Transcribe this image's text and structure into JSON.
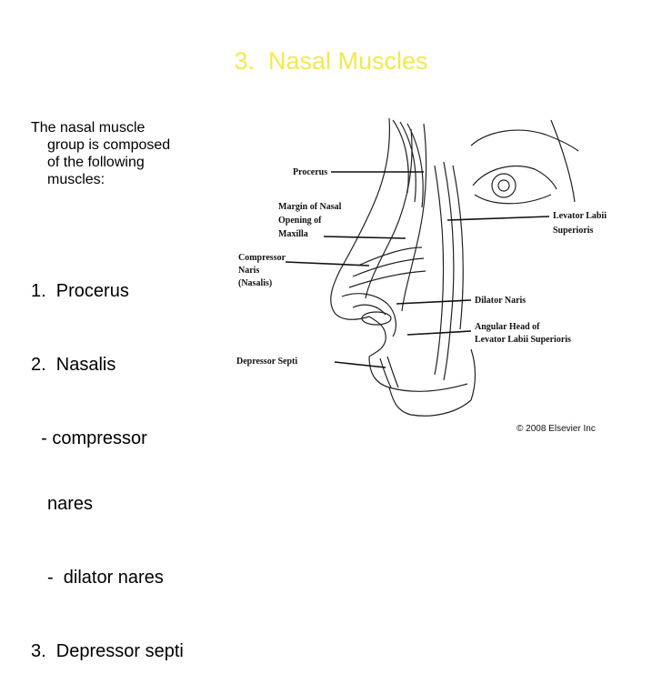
{
  "slide": {
    "title": "3.  Nasal Muscles",
    "title_color": "#f2e94e",
    "intro_lines": [
      "The nasal muscle",
      "group is composed",
      "of the following",
      "muscles:"
    ],
    "list": [
      "1.  Procerus",
      "2.  Nasalis",
      "  - compressor",
      "nares",
      "-  dilator nares",
      "3.  Depressor septi"
    ]
  },
  "figure": {
    "labels": {
      "procerus": "Procerus",
      "margin_line1": "Margin of Nasal",
      "margin_line2": "Opening  of",
      "margin_line3": "Maxilla",
      "compressor_line1": "Compressor",
      "compressor_line2": "Naris",
      "compressor_line3": "(Nasalis)",
      "depressor": "Depressor Septi",
      "levator_line1": "Levator Labii",
      "levator_line2": "Superioris",
      "dilator": "Dilator Naris",
      "angular_line1": "Angular Head of",
      "angular_line2": "Levator Labii Superioris",
      "copyright": "© 2008 Elsevier Inc"
    }
  }
}
